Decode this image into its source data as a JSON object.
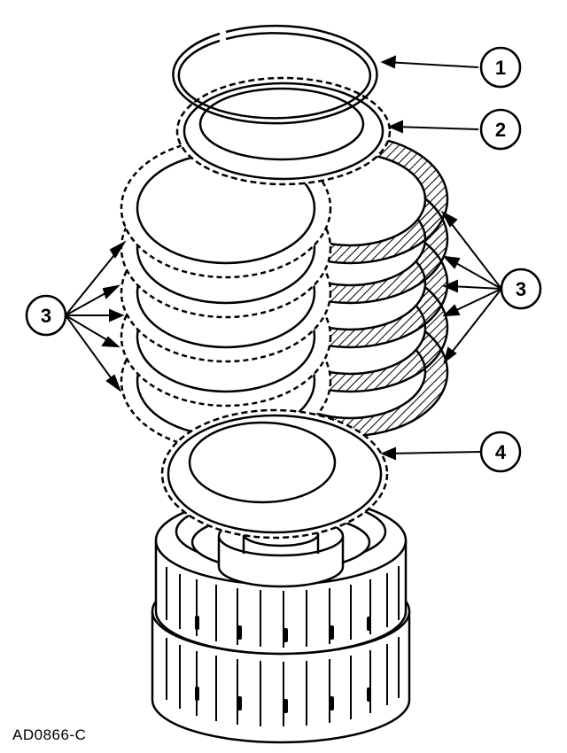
{
  "figure_id": "AD0866-C",
  "callouts": [
    "1",
    "2",
    "3",
    "3",
    "4"
  ],
  "parts": [
    "snap-ring",
    "pressure-plate",
    "clutch-plates",
    "apply-plate",
    "clutch-drum"
  ],
  "colors": {
    "line": "#000000",
    "fill": "#ffffff"
  }
}
